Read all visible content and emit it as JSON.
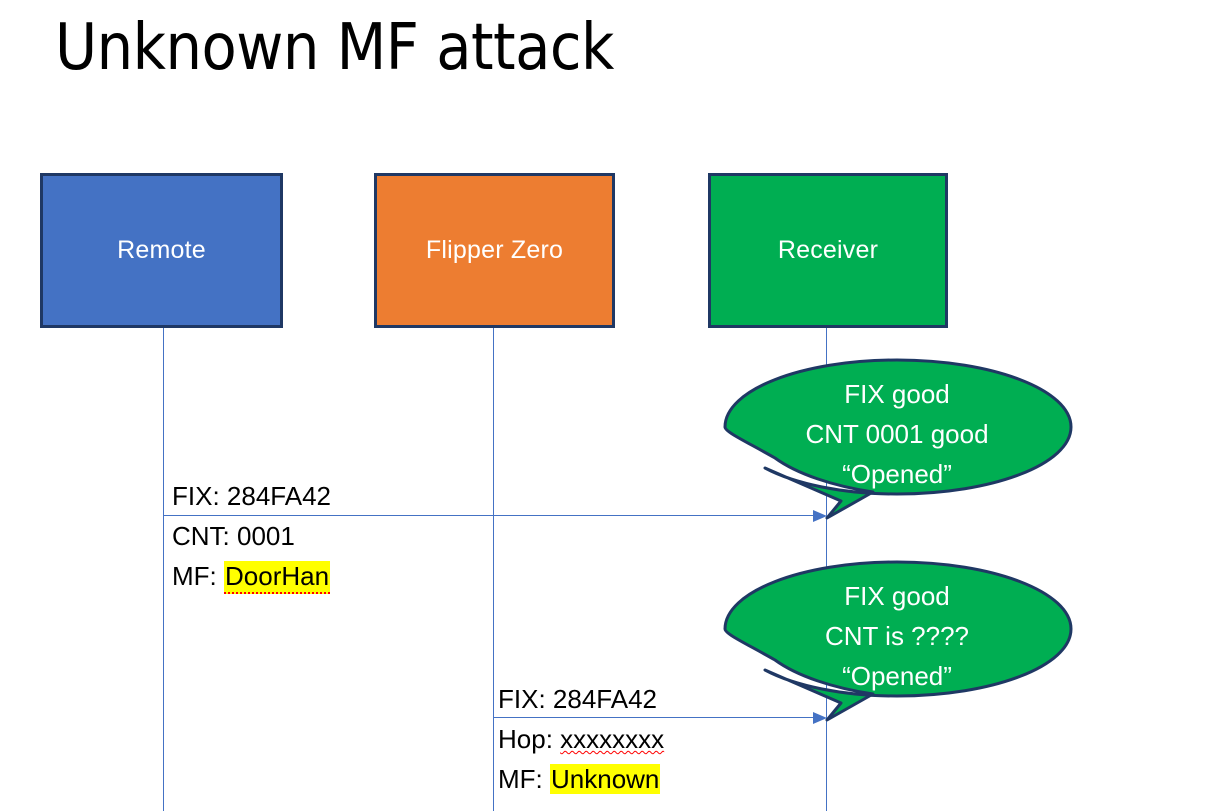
{
  "slide": {
    "title": "Unknown MF attack",
    "background": "#ffffff"
  },
  "colors": {
    "remote_fill": "#4472C4",
    "flipper_fill": "#ED7D31",
    "receiver_fill": "#00AE52",
    "box_border": "#1F3864",
    "lifeline": "#4472C4",
    "arrow": "#4472C4",
    "callout_fill": "#00AE52",
    "callout_border": "#1F3864",
    "highlight": "#FFFF00",
    "text": "#000000",
    "box_label_text": "#FFFFFF"
  },
  "actors": [
    {
      "id": "remote",
      "label": "Remote"
    },
    {
      "id": "flipper",
      "label": "Flipper Zero"
    },
    {
      "id": "receiver",
      "label": "Receiver"
    }
  ],
  "messages": [
    {
      "id": "msg-1",
      "from": "remote",
      "to": "receiver",
      "line_above": "FIX: 284FA42",
      "line_below_1": "CNT: 0001",
      "line_below_2_prefix": "MF: ",
      "line_below_2_value": "DoorHan",
      "highlighted": true,
      "spellchecked": true
    },
    {
      "id": "msg-2",
      "from": "flipper",
      "to": "receiver",
      "line_above": "FIX: 284FA42",
      "line_below_1_prefix": "Hop: ",
      "line_below_1_value": "xxxxxxxx",
      "line_below_2_prefix": "MF: ",
      "line_below_2_value": "Unknown",
      "highlighted": true,
      "spellchecked": true
    }
  ],
  "callouts": [
    {
      "id": "callout-1",
      "attached_to": "receiver",
      "line1": "FIX good",
      "line2": "CNT 0001 good",
      "line3": "“Opened”"
    },
    {
      "id": "callout-2",
      "attached_to": "receiver",
      "line1": "FIX good",
      "line2": "CNT is ????",
      "line3": "“Opened”"
    }
  ]
}
